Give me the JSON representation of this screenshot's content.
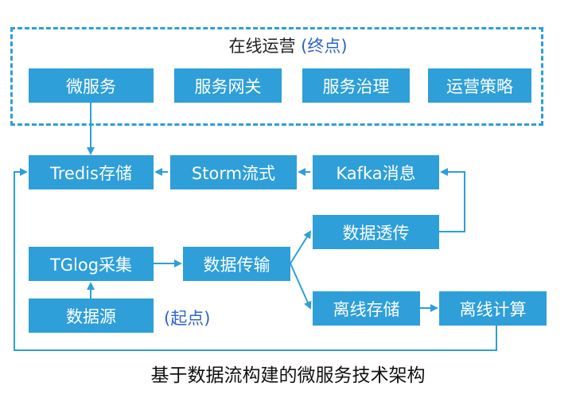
{
  "top_group": {
    "title": "在线运营",
    "title_suffix": "(终点)"
  },
  "boxes": {
    "microservice": "微服务",
    "gateway": "服务网关",
    "governance": "服务治理",
    "strategy": "运营策略",
    "tredis": "Tredis存储",
    "storm": "Storm流式",
    "kafka": "Kafka消息",
    "passthrough": "数据透传",
    "tglog": "TGlog采集",
    "transfer": "数据传输",
    "source": "数据源",
    "offline_storage": "离线存储",
    "offline_compute": "离线计算"
  },
  "start_label": "(起点)",
  "caption": "基于数据流构建的微服务技术架构",
  "colors": {
    "box": "#2e9fd9",
    "line": "#2e9fd9",
    "highlight": "#2e64c8"
  }
}
